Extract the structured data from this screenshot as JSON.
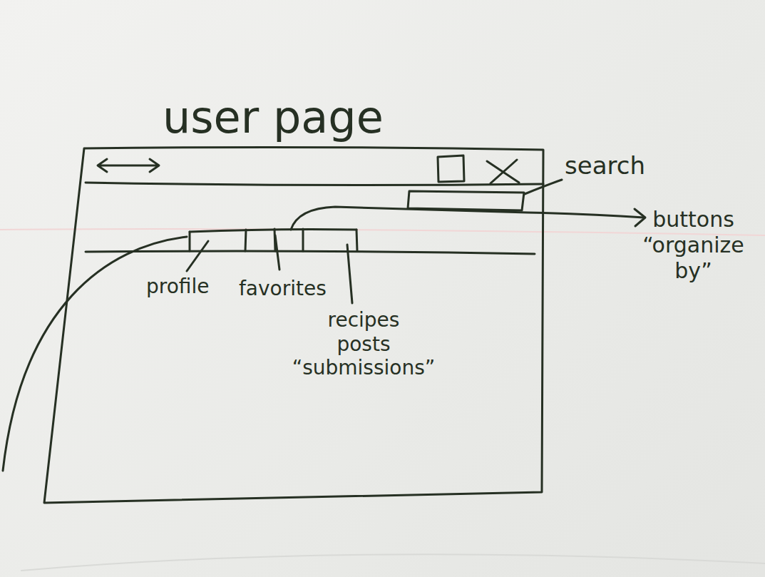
{
  "diagram": {
    "title": "user page",
    "nodes": [
      {
        "text": [
          "profile",
          "favorites",
          "recipes posts “submissions”"
        ]
      }
    ],
    "labels": [
      "search",
      "buttons “organize by”"
    ]
  }
}
